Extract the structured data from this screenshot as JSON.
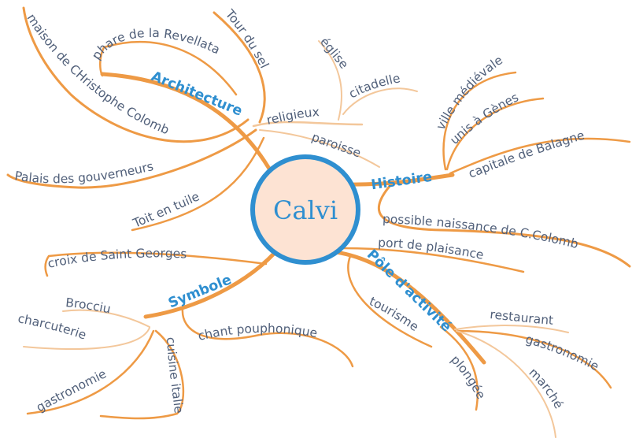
{
  "center": {
    "label": "Calvi"
  },
  "colors": {
    "branch": "#ee9a45",
    "branch_light": "#f3c79b",
    "main_text": "#2f8fd0",
    "leaf_text": "#51607a",
    "center_fill": "#fde3d3",
    "center_ring": "#2f8fd0"
  },
  "branches": {
    "architecture": {
      "label": "Architecture",
      "children": {
        "tour_du_sel": "Tour du sel",
        "phare": "phare de la Revellata",
        "maison": "maison de CHristophe Colomb",
        "palais": "Palais des gouverneurs",
        "toit": "Toit en tuile",
        "religieux": "religieux",
        "eglise": "église",
        "citadelle": "citadelle",
        "paroisse": "paroisse"
      }
    },
    "histoire": {
      "label": "Histoire",
      "children": {
        "ville": "ville médiévale",
        "unis": "unis à Gènes",
        "capitale": "capitale de Balagne",
        "naissance": "possible naissance de C.Colomb"
      }
    },
    "pole": {
      "label": "Pôle d'activité",
      "children": {
        "port": "port de plaisance",
        "tourisme": "tourisme",
        "plongee": "plongée",
        "restaurant": "restaurant",
        "gastronomie": "gastronomie",
        "marche": "marché"
      }
    },
    "symbole": {
      "label": "Symbole",
      "children": {
        "croix": "croix de Saint Georges",
        "chant": "chant pouphonique",
        "brocciu": "Brocciu",
        "charcuterie": "charcuterie",
        "gastronomie": "gastronomie",
        "cuisine": "cuisine italienne"
      }
    }
  }
}
